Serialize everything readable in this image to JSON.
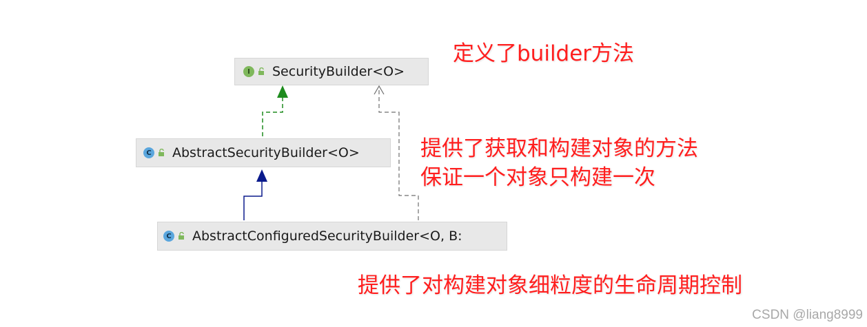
{
  "nodes": {
    "security_builder": {
      "badge": "I",
      "label": "SecurityBuilder<O>"
    },
    "abstract_security_builder": {
      "badge": "C",
      "label": "AbstractSecurityBuilder<O>"
    },
    "abstract_configured_security_builder": {
      "badge": "C",
      "label": "AbstractConfiguredSecurityBuilder<O, B:"
    }
  },
  "notes": {
    "note1": "定义了builder方法",
    "note2_line1": "提供了获取和构建对象的方法",
    "note2_line2": "保证一个对象只构建一次",
    "note3": "提供了对构建对象细粒度的生命周期控制"
  },
  "watermark": "CSDN @liang8999",
  "colors": {
    "interface_badge": "#7fb85c",
    "class_badge": "#5aa6dd",
    "interface_arrow": "#1e8c1e",
    "class_arrow": "#0a1a8c",
    "dependency_arrow": "#6e6e6e",
    "note_text": "#ff1e1e"
  }
}
